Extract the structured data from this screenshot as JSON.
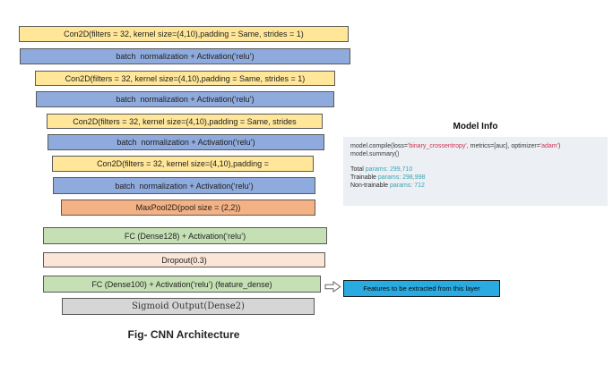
{
  "diagram": {
    "caption": "Fig- CNN Architecture",
    "layers": [
      {
        "type": "conv2d",
        "label": "Con2D(filters = 32, kernel size=(4,10),padding = Same, strides = 1)"
      },
      {
        "type": "batchnorm",
        "label": "batch  normalization + Activation(‘relu’)"
      },
      {
        "type": "conv2d",
        "label": "Con2D(filters = 32, kernel size=(4,10),padding = Same, strides = 1)"
      },
      {
        "type": "batchnorm",
        "label": "batch  normalization + Activation(‘relu’)"
      },
      {
        "type": "conv2d",
        "label": "Con2D(filters = 32, kernel size=(4,10),padding = Same, strides"
      },
      {
        "type": "batchnorm",
        "label": "batch  normalization + Activation(‘relu’)"
      },
      {
        "type": "conv2d",
        "label": "Con2D(filters = 32, kernel size=(4,10),padding ="
      },
      {
        "type": "batchnorm",
        "label": "batch  normalization + Activation(‘relu’)"
      },
      {
        "type": "maxpool",
        "label": "MaxPool2D(pool size = (2,2))"
      },
      {
        "type": "dense",
        "label": "FC (Dense128) + Activation(‘relu’)"
      },
      {
        "type": "dropout",
        "label": "Dropout(0.3)"
      },
      {
        "type": "dense",
        "label": "FC (Dense100) + Activation(‘relu’) (feature_dense)"
      },
      {
        "type": "output",
        "label": "Sigmoid Output(Dense2)"
      }
    ],
    "feature_callout": {
      "label": "Features to be extracted from this layer",
      "arrow_icon": "block-right-arrow"
    }
  },
  "model_info": {
    "title": "Model Info",
    "compile_line": {
      "prefix": "model.compile(loss=",
      "loss_value": "'binary_crossentropy'",
      "middle": ", metrics=[auc], optimizer=",
      "optimizer_value": "'adam'",
      "suffix": ")"
    },
    "summary_line": "model.summary()",
    "params": [
      {
        "label": "Total ",
        "value": "params: 299,710"
      },
      {
        "label": "Trainable ",
        "value": "params: 298,998"
      },
      {
        "label": "Non-trainable ",
        "value": "params: 712"
      }
    ]
  },
  "colors": {
    "conv_fill": "#FFE699",
    "batchnorm_fill": "#8FAADC",
    "pool_fill": "#F4B183",
    "dense_fill": "#C5E0B4",
    "dropout_fill": "#FBE5D6",
    "output_fill": "#D6D6D6",
    "callout_fill": "#29ABE2",
    "panel_fill": "#ECF0F4",
    "code_highlight": "#CC3350",
    "params_teal": "#3BA3B0"
  }
}
